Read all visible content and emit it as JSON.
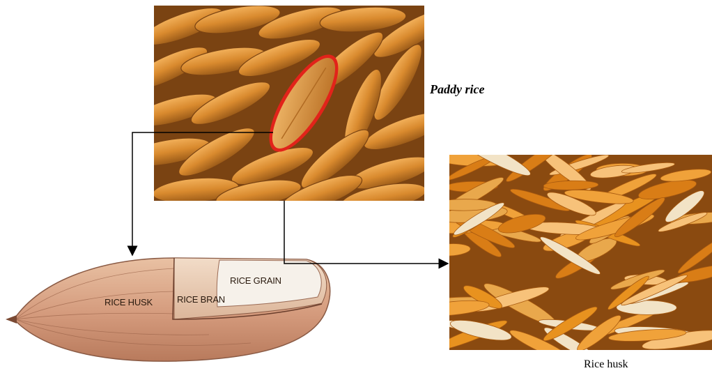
{
  "labels": {
    "paddy": "Paddy rice",
    "husk_photo": "Rice husk"
  },
  "diagram": {
    "parts": [
      "RICE HUSK",
      "RICE BRAN",
      "RICE GRAIN"
    ]
  },
  "colors": {
    "grain_orange": "#d98a2e",
    "husk_orange": "#e8921f",
    "highlight": "#e2231a",
    "husk_illustration": "#d9a68a",
    "kernel": "#f4efe6"
  }
}
